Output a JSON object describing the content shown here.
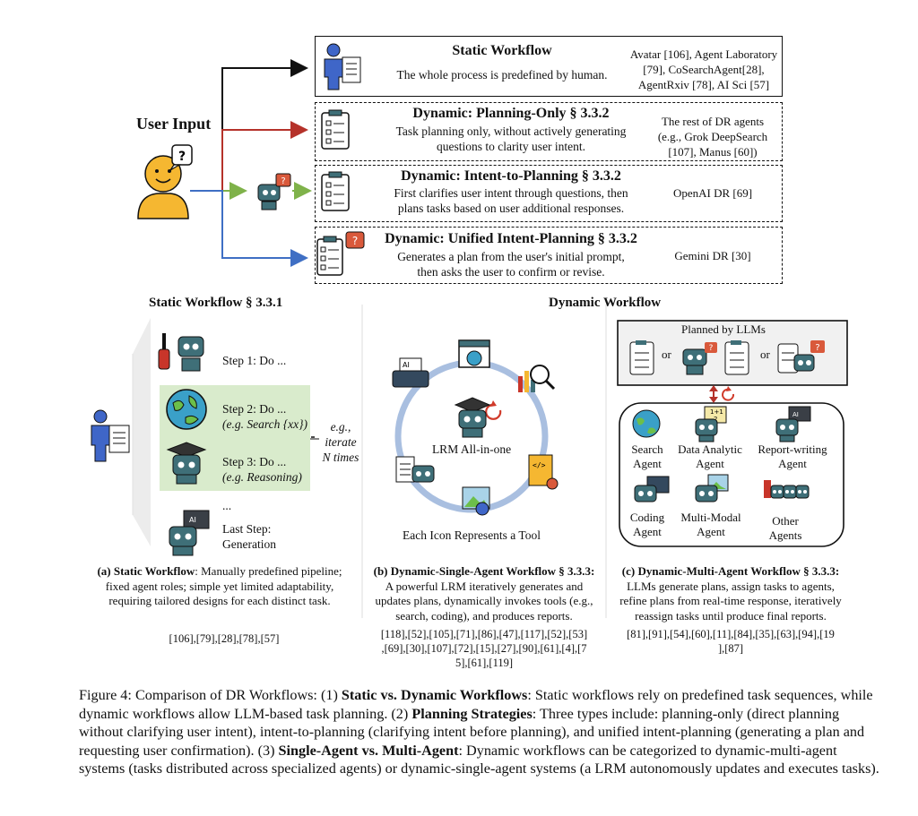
{
  "top": {
    "user_input": "User Input",
    "boxes": [
      {
        "title": "Static Workflow",
        "desc": [
          "The whole process is predefined by human."
        ],
        "refs": [
          "Avatar [106], Agent Laboratory",
          "[79], CoSearchAgent[28],",
          "AgentRxiv [78], AI Sci [57]"
        ]
      },
      {
        "title": "Dynamic: Planning-Only § 3.3.2",
        "desc": [
          "Task planning only, without actively generating",
          "questions to clarity user intent."
        ],
        "refs": [
          "The rest of DR agents",
          "(e.g., Grok DeepSearch",
          "[107], Manus [60])"
        ]
      },
      {
        "title": "Dynamic: Intent-to-Planning § 3.3.2",
        "desc": [
          "First clarifies user intent through questions, then",
          "plans tasks based on user additional responses."
        ],
        "refs": [
          "OpenAI DR [69]"
        ]
      },
      {
        "title": "Dynamic: Unified Intent-Planning § 3.3.2",
        "desc": [
          "Generates a plan from the user's initial prompt,",
          "then asks the user to confirm or revise."
        ],
        "refs": [
          "Gemini DR [30]"
        ]
      }
    ]
  },
  "panel_a": {
    "title": "Static Workflow § 3.3.1",
    "step1": "Step 1: Do ...",
    "step2": "Step 2: Do ...",
    "step2_eg": "(e.g. Search {xx})",
    "step3": "Step 3: Do ...",
    "step3_eg": "(e.g. Reasoning)",
    "ellipsis": "...",
    "last_step_1": "Last Step:",
    "last_step_2": "Generation",
    "iterate_1": "e.g.,",
    "iterate_2": "iterate",
    "iterate_3": "N times",
    "caption_bold": "(a) Static Workflow",
    "caption_rest": ": Manually predefined pipeline;",
    "caption_lines": [
      "fixed agent roles;  simple yet limited adaptability,",
      "requiring tailored designs for each distinct task."
    ],
    "refs": "[106],[79],[28],[78],[57]"
  },
  "dynamic_title": "Dynamic Workflow",
  "panel_b": {
    "center_label": "LRM All-in-one",
    "tool_note": "Each Icon Represents a Tool",
    "caption_bold": "(b) Dynamic-Single-Agent Workflow § 3.3.3:",
    "caption_lines": [
      "A powerful LRM iteratively generates and",
      "updates plans, dynamically invokes tools (e.g.,",
      "search, coding), and produces reports."
    ],
    "refs": [
      "[118],[52],[105],[71],[86],[47],[117],[52],[53]",
      ",[69],[30],[107],[72],[15],[27],[90],[61],[4],[7",
      "5],[61],[119]"
    ]
  },
  "panel_c": {
    "planned_by": "Planned by LLMs",
    "or1": "or",
    "or2": "or",
    "agents": [
      {
        "l1": "Search",
        "l2": "Agent"
      },
      {
        "l1": "Data Analytic",
        "l2": "Agent"
      },
      {
        "l1": "Report-writing",
        "l2": "Agent"
      },
      {
        "l1": "Coding",
        "l2": "Agent"
      },
      {
        "l1": "Multi-Modal",
        "l2": "Agent"
      },
      {
        "l1": "Other",
        "l2": "Agents"
      }
    ],
    "caption_bold": "(c) Dynamic-Multi-Agent Workflow § 3.3.3:",
    "caption_lines": [
      "LLMs generate plans, assign tasks to agents,",
      "refine plans from real-time response, iteratively",
      "reassign tasks until produce final reports."
    ],
    "refs": [
      "[81],[91],[54],[60],[11],[84],[35],[63],[94],[19",
      "],[87]"
    ]
  },
  "figure_caption": {
    "prefix": "Figure 4: Comparison of DR Workflows: (1) ",
    "b1": "Static vs. Dynamic Workflows",
    "t1": ": Static workflows rely on predefined task sequences, while dynamic workflows allow LLM-based task planning. (2) ",
    "b2": "Planning Strategies",
    "t2": ": Three types include: planning-only (direct planning without clarifying user intent), intent-to-planning (clarifying intent before planning), and unified intent-planning (generating a plan and requesting user confirmation). (3) ",
    "b3": "Single-Agent vs. Multi-Agent",
    "t3": ": Dynamic workflows can be categorized to dynamic-multi-agent systems (tasks distributed across specialized agents) or dynamic-single-agent systems (a LRM autonomously updates and executes tasks)."
  },
  "colors": {
    "arrow_black": "#111111",
    "arrow_red": "#b5322a",
    "arrow_green": "#7fb24a",
    "arrow_blue": "#3f6fc4",
    "user_yellow": "#f5b731",
    "robot_teal": "#3f6f78",
    "green_band": "#d9ebcc",
    "circle_blue": "#a9bfe0",
    "question_red": "#d9593b"
  }
}
